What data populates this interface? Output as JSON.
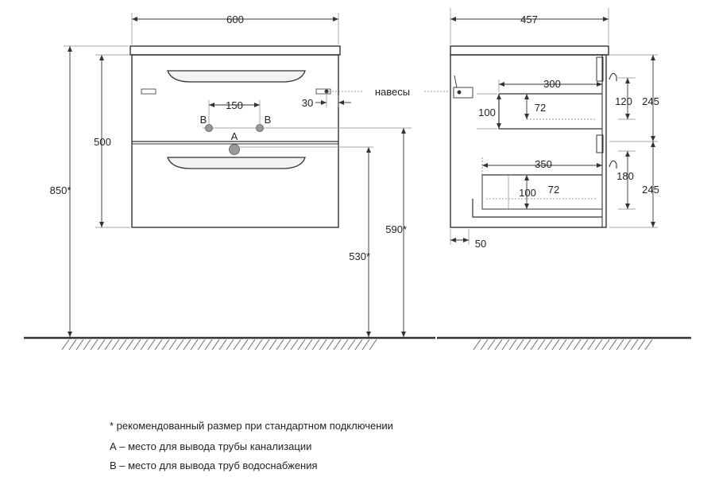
{
  "front": {
    "width": "600",
    "height_total": "850*",
    "height_body": "500",
    "pipe_spacing": "150",
    "hinge_offset": "30",
    "label_b_left": "B",
    "label_b_right": "B",
    "label_a": "A",
    "height_590": "590*",
    "height_530": "530*",
    "hinges_label": "навесы"
  },
  "side": {
    "depth": "457",
    "upper_drawer_depth": "300",
    "upper_drawer_inner": "72",
    "upper_drawer_height": "100",
    "upper_front_height": "120",
    "upper_section": "245",
    "lower_drawer_depth": "350",
    "lower_drawer_inner": "72",
    "lower_drawer_height": "100",
    "lower_front_height": "180",
    "lower_section": "245",
    "back_gap": "50"
  },
  "notes": {
    "recommended": "* рекомендованный размер при стандартном подключении",
    "a_meaning": "А – место для вывода трубы канализации",
    "b_meaning": "В – место для вывода труб водоснабжения"
  },
  "colors": {
    "line": "#333333",
    "guide": "#888888"
  }
}
